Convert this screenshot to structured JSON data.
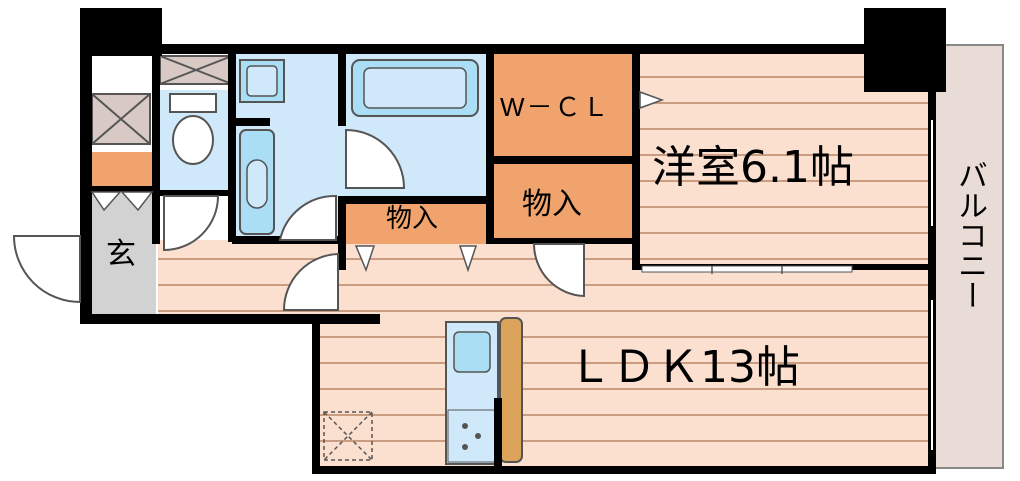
{
  "rooms": {
    "western_room": "洋室6.1帖",
    "ldk": "ＬＤＫ13帖",
    "wcl": "W－ＣＬ",
    "storage_1": "物入",
    "storage_2": "物入",
    "entrance": "玄",
    "balcony": "バルコニー"
  },
  "colors": {
    "wall": "#000000",
    "wood_floor": "#fbe0cf",
    "wood_line": "#b9876a",
    "closet": "#f0a36c",
    "wet_area": "#cfe9fb",
    "fixture": "#a9def5",
    "entrance": "#d2d2d2",
    "balcony": "#e9dcd7",
    "counter_wood": "#dca35a",
    "door_white": "#ffffff"
  }
}
